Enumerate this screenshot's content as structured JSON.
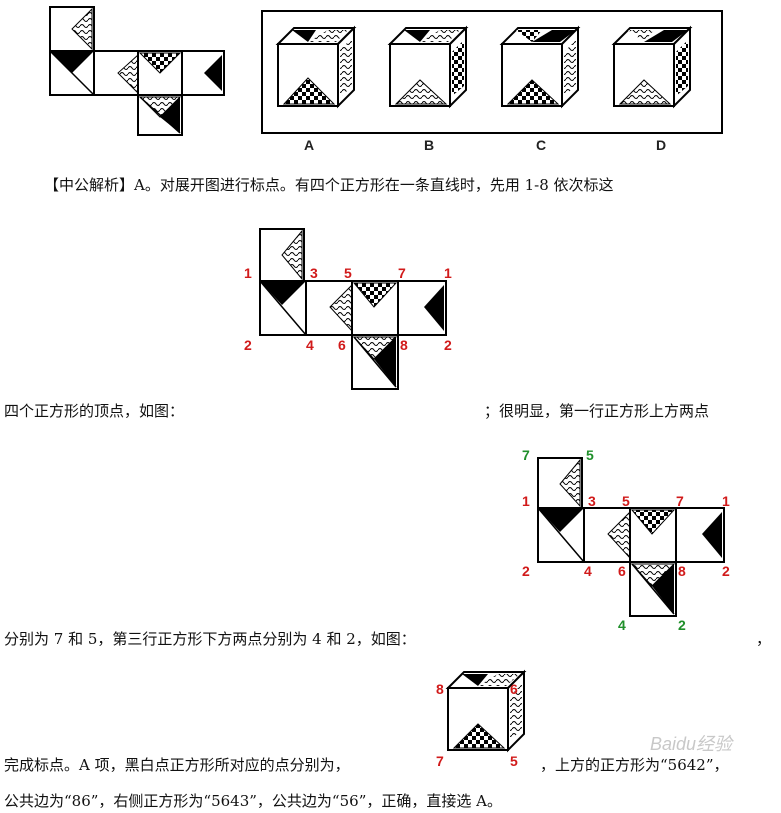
{
  "options": [
    "A",
    "B",
    "C",
    "D"
  ],
  "para1": "【中公解析】A。对展开图进行标点。有四个正方形在一条直线时，先用 1-8 依次标这",
  "para2_left": "四个正方形的顶点，如图：",
  "para2_right": "；很明显，第一行正方形上方两点",
  "para3": "分别为 7 和 5，第三行正方形下方两点分别为 4 和 2，如图：",
  "para3_comma": "，",
  "para4_left": "完成标点。A 项，黑白点正方形所对应的点分别为，",
  "para4_right": "，上方的正方形为“5642”，",
  "para5": "公共边为“86”，右侧正方形为“5643”，公共边为“56”，正确，直接选 A。",
  "net1_labels": {
    "l1": "1",
    "l3": "3",
    "l5": "5",
    "l7": "7",
    "r1": "1",
    "l2": "2",
    "l4": "4",
    "l6": "6",
    "l8": "8",
    "r2": "2"
  },
  "net2_labels": {
    "g7": "7",
    "g5": "5",
    "l1": "1",
    "l3": "3",
    "l5": "5",
    "l7": "7",
    "r1": "1",
    "l2": "2",
    "l4": "4",
    "l6": "6",
    "l8": "8",
    "r2": "2",
    "g4": "4",
    "g2": "2"
  },
  "cube_labels": {
    "c8": "8",
    "c6": "6",
    "c7": "7",
    "c5": "5"
  },
  "watermark": "Baidu经验",
  "colors": {
    "red": "#d11a1a",
    "green": "#1f8f2a"
  }
}
